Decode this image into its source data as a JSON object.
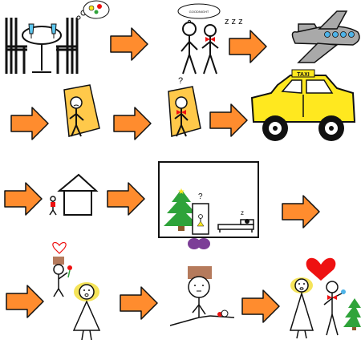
{
  "colors": {
    "arrow": "#FF8C2E",
    "arrow_outline": "#111111",
    "taxi": "#FFE81F",
    "booth": "#FFC94A",
    "plane": "#A9A9A9",
    "tree": "#2FA33A",
    "heart": "#EE1111",
    "hair": "#F5E45A",
    "hat": "#B57A5C",
    "bag": "#7C3E97"
  },
  "texts": {
    "thought_bubble": "GOODNIGHT",
    "sleep_z": "z z z",
    "question_mark_1": "?",
    "question_mark_2": "?",
    "taxi_sign": "TAXI",
    "bed_z": "z"
  }
}
